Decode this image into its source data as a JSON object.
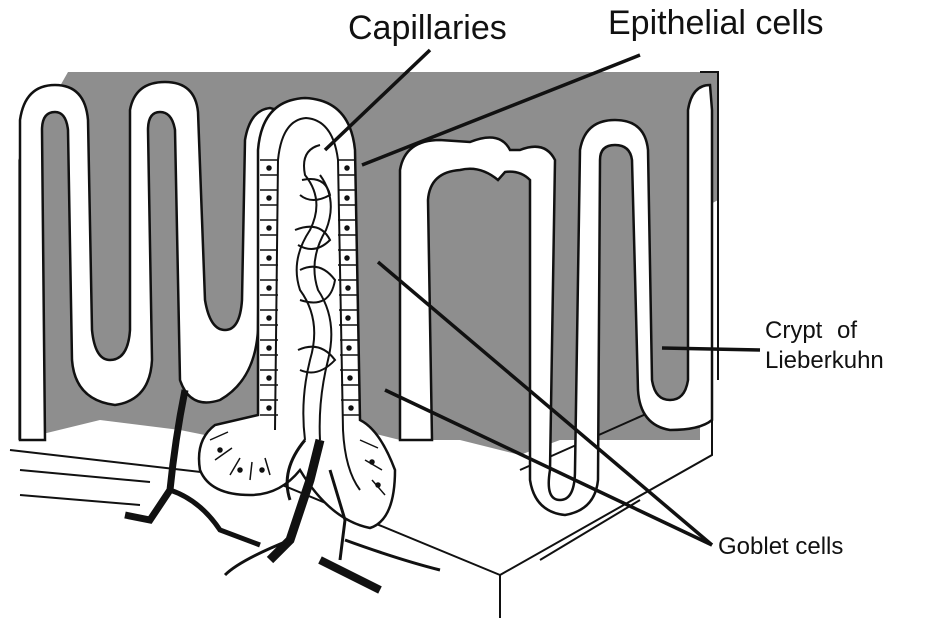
{
  "labels": {
    "capillaries": "Capillaries",
    "epithelial_cells": "Epithelial cells",
    "crypt_line1": "Crypt",
    "crypt_line2": "of",
    "crypt_line3": "Lieberkuhn",
    "goblet_cells": "Goblet cells"
  },
  "colors": {
    "background": "#ffffff",
    "tissue_fill": "#8e8e8e",
    "outline": "#111111",
    "villus_fill": "#ffffff",
    "vessel": "#111111"
  }
}
